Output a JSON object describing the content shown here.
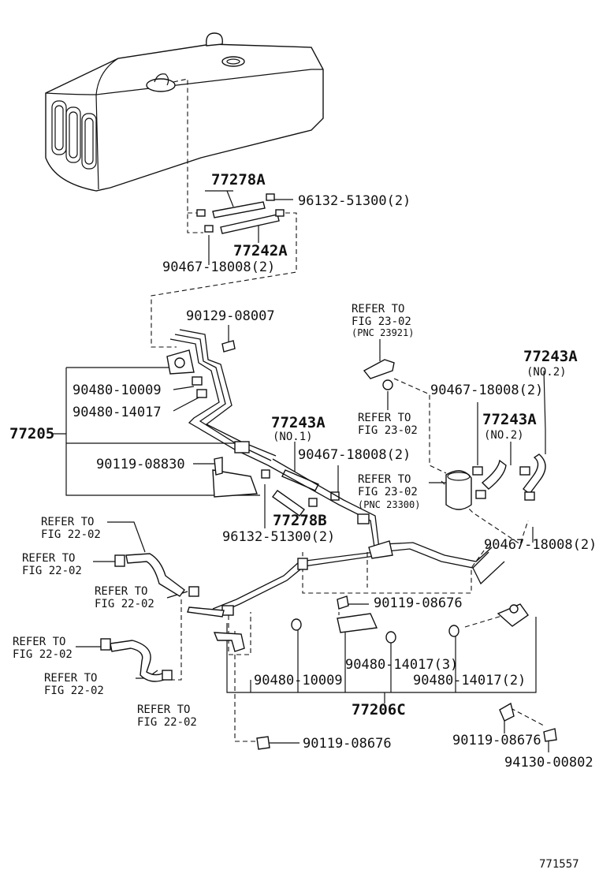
{
  "labels": {
    "p77278A": "77278A",
    "p96132_top": "96132-51300(2)",
    "p77242A": "77242A",
    "p90467_top": "90467-18008(2)",
    "p90129": "90129-08007",
    "p90480_10009_a": "90480-10009",
    "p90480_14017_a": "90480-14017",
    "p77205": "77205",
    "p90119_08830": "90119-08830",
    "p77243A_no1": "77243A",
    "p77243A_no1_sub": "(NO.1)",
    "p90467_mid": "90467-18008(2)",
    "p77278B": "77278B",
    "p96132_bot": "96132-51300(2)",
    "p77243A_no2_a": "77243A",
    "p77243A_no2_a_sub": "(NO.2)",
    "p77243A_no2_b": "77243A",
    "p77243A_no2_b_sub": "(NO.2)",
    "p90467_right_top": "90467-18008(2)",
    "p90467_right_bot": "90467-18008(2)",
    "p90119_08676_a": "90119-08676",
    "p90480_10009_b": "90480-10009",
    "p90480_14017_3": "90480-14017(3)",
    "p90480_14017_2": "90480-14017(2)",
    "p77206C": "77206C",
    "p90119_08676_b": "90119-08676",
    "p90119_08676_c": "90119-08676",
    "p94130": "94130-00802",
    "figure_id": "771557"
  },
  "refs": {
    "r1_a": "REFER TO",
    "r1_b": "FIG 23-02",
    "r1_c": "(PNC 23921)",
    "r2_a": "REFER TO",
    "r2_b": "FIG 23-02",
    "r3_a": "REFER TO",
    "r3_b": "FIG 23-02",
    "r3_c": "(PNC 23300)",
    "r4_a": "REFER TO",
    "r4_b": "FIG 22-02",
    "r5_a": "REFER TO",
    "r5_b": "FIG 22-02",
    "r6_a": "REFER TO",
    "r6_b": "FIG 22-02",
    "r7_a": "REFER TO",
    "r7_b": "FIG 22-02",
    "r8_a": "REFER TO",
    "r8_b": "FIG 22-02",
    "r9_a": "REFER TO",
    "r9_b": "FIG 22-02"
  }
}
